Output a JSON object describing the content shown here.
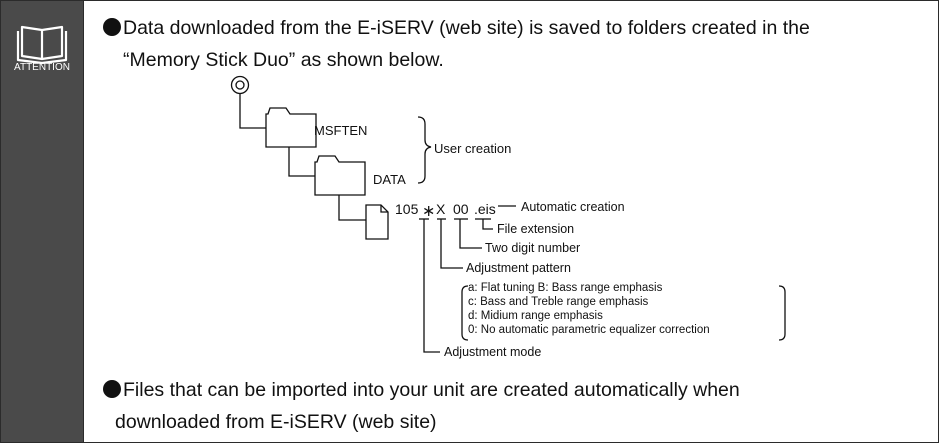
{
  "sidebar": {
    "label": "ATTENTION",
    "icon": "open-book-icon"
  },
  "paragraph1": {
    "line1": "Data downloaded from the E-iSERV (web site) is saved to folders created in the",
    "line2": "“Memory Stick Duo” as shown below."
  },
  "diagram": {
    "root_icon": "memory-stick-root-icon",
    "folder1": "MSFTEN",
    "folder2": "DATA",
    "user_creation": "User creation",
    "file_num": "105",
    "file_star": "∗",
    "file_x": "X",
    "file_digits": "00",
    "file_ext": ".eis",
    "automatic_creation": "Automatic creation",
    "file_extension": "File extension",
    "two_digit": "Two digit number",
    "adjustment_pattern": "Adjustment pattern",
    "patterns": [
      "a:  Flat tuning  B: Bass range emphasis",
      "c:  Bass and Treble range emphasis",
      "d:  Midium range emphasis",
      "0:  No automatic parametric equalizer correction"
    ],
    "adjustment_mode": "Adjustment mode"
  },
  "paragraph2": {
    "line1": "Files that can be imported into your unit are created automatically when",
    "line2": "downloaded from E-iSERV (web site)"
  }
}
